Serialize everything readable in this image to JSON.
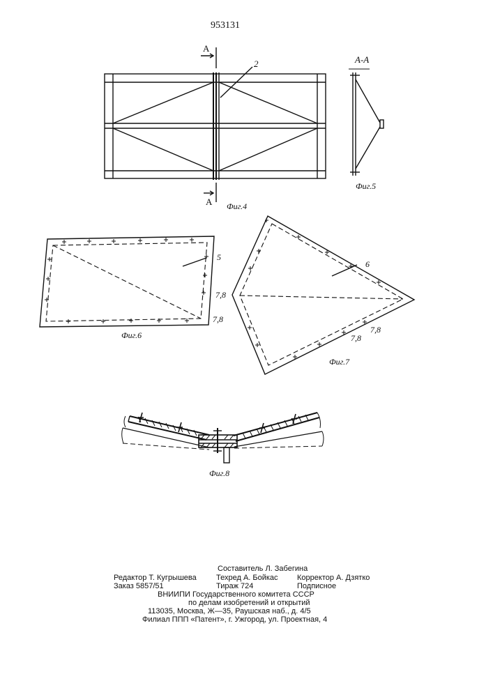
{
  "document": {
    "patent_number": "953131"
  },
  "figures": {
    "fig4": {
      "caption": "Фиг.4",
      "section_mark_top": "A",
      "section_mark_bottom": "A",
      "callout_2": "2"
    },
    "fig5": {
      "caption": "Фиг.5",
      "section_title": "A-A"
    },
    "fig6": {
      "caption": "Фиг.6",
      "callout_5": "5",
      "callout_78_a": "7,8",
      "callout_78_b": "7,8"
    },
    "fig7": {
      "caption": "Фиг.7",
      "callout_6": "6",
      "callout_78_a": "7,8",
      "callout_78_b": "7,8"
    },
    "fig8": {
      "caption": "Фиг.8"
    }
  },
  "imprint": {
    "compiler": "Составитель Л. Забегина",
    "editor": "Редактор Т. Кугрышева",
    "tech_editor": "Техред А. Бойкас",
    "corrector": "Корректор А. Дзятко",
    "order": "Заказ 5857/51",
    "circulation": "Тираж 724",
    "subscription": "Подписное",
    "org_line1": "ВНИИПИ Государственного комитета СССР",
    "org_line2": "по делам изобретений и открытий",
    "org_address": "113035, Москва, Ж—35, Раушская наб., д. 4/5",
    "branch": "Филиал ППП «Патент», г. Ужгород, ул. Проектная, 4"
  }
}
